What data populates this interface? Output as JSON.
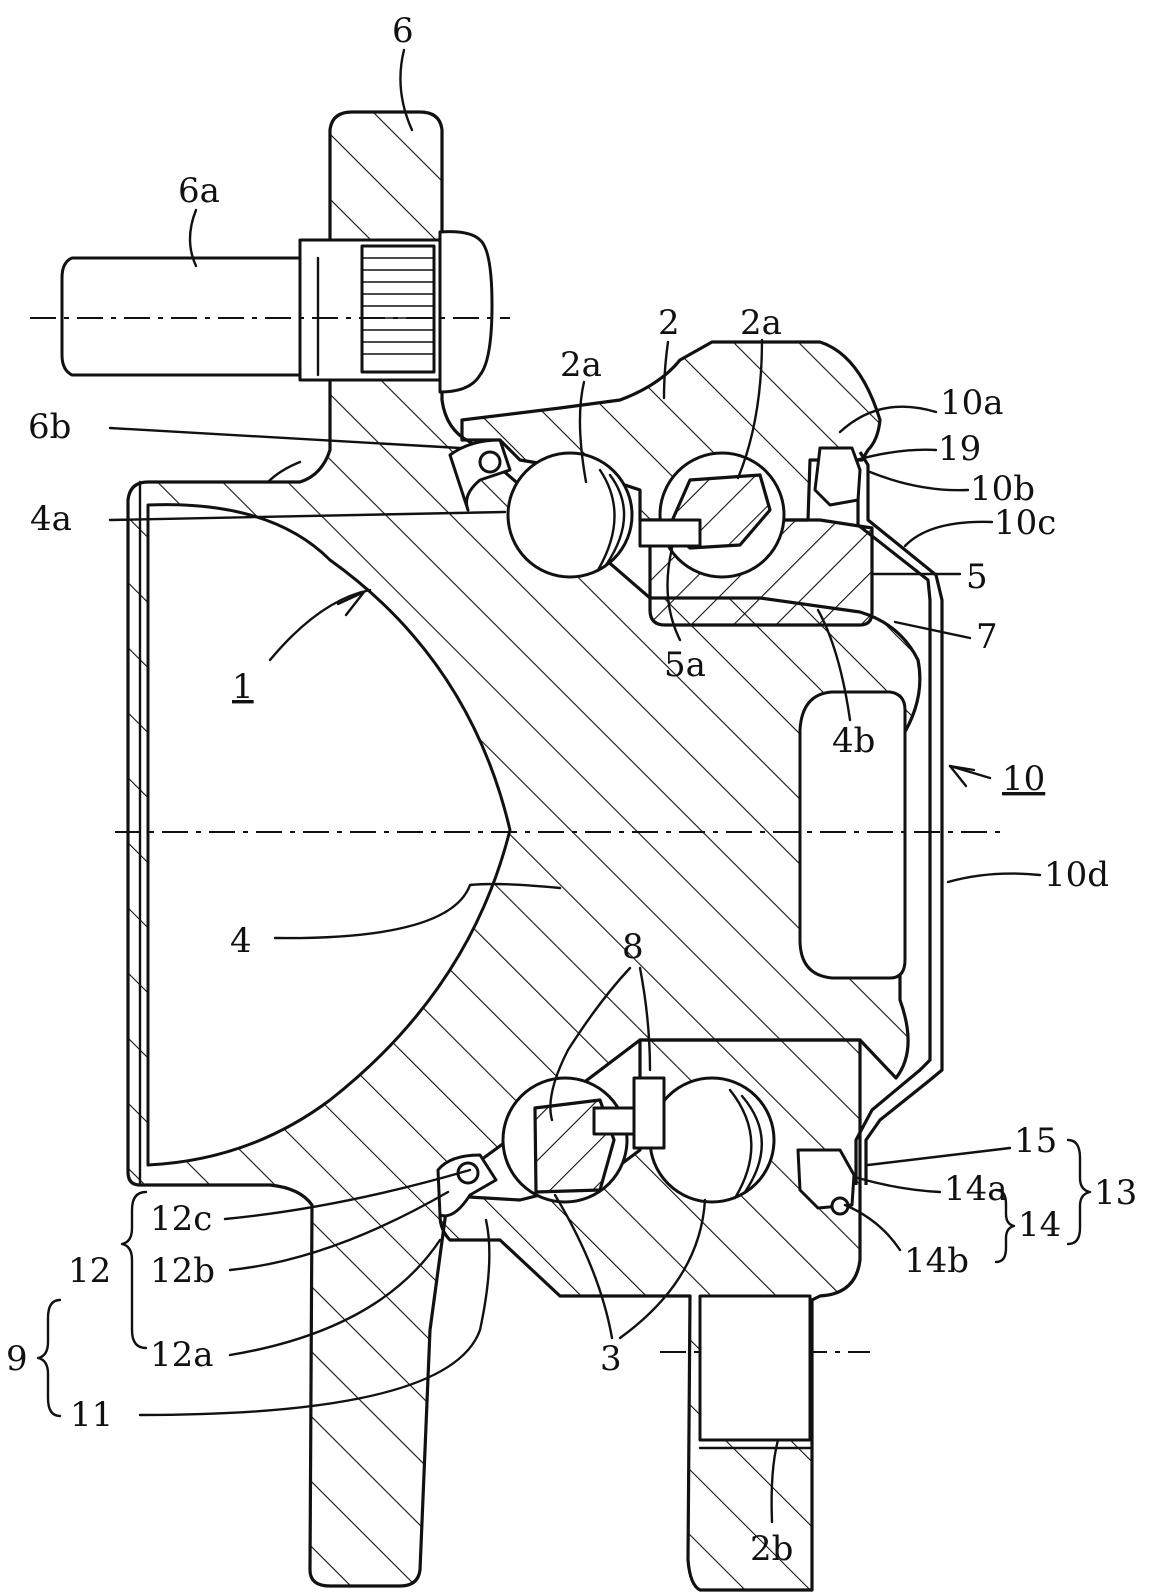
{
  "figure": {
    "labels": [
      {
        "id": "6",
        "text": "6"
      },
      {
        "id": "6a",
        "text": "6a"
      },
      {
        "id": "6b",
        "text": "6b"
      },
      {
        "id": "2",
        "text": "2"
      },
      {
        "id": "2a-left",
        "text": "2a"
      },
      {
        "id": "2a-right",
        "text": "2a"
      },
      {
        "id": "10a",
        "text": "10a"
      },
      {
        "id": "19",
        "text": "19"
      },
      {
        "id": "10b",
        "text": "10b"
      },
      {
        "id": "10c",
        "text": "10c"
      },
      {
        "id": "4a",
        "text": "4a"
      },
      {
        "id": "5",
        "text": "5"
      },
      {
        "id": "7",
        "text": "7"
      },
      {
        "id": "1",
        "text": "1"
      },
      {
        "id": "5a",
        "text": "5a"
      },
      {
        "id": "4b",
        "text": "4b"
      },
      {
        "id": "10",
        "text": "10"
      },
      {
        "id": "10d",
        "text": "10d"
      },
      {
        "id": "4",
        "text": "4"
      },
      {
        "id": "8",
        "text": "8"
      },
      {
        "id": "15",
        "text": "15"
      },
      {
        "id": "14a",
        "text": "14a"
      },
      {
        "id": "13",
        "text": "13"
      },
      {
        "id": "14",
        "text": "14"
      },
      {
        "id": "14b",
        "text": "14b"
      },
      {
        "id": "12c",
        "text": "12c"
      },
      {
        "id": "12",
        "text": "12"
      },
      {
        "id": "12b",
        "text": "12b"
      },
      {
        "id": "9",
        "text": "9"
      },
      {
        "id": "12a",
        "text": "12a"
      },
      {
        "id": "3",
        "text": "3"
      },
      {
        "id": "11",
        "text": "11"
      },
      {
        "id": "2b",
        "text": "2b"
      }
    ]
  }
}
